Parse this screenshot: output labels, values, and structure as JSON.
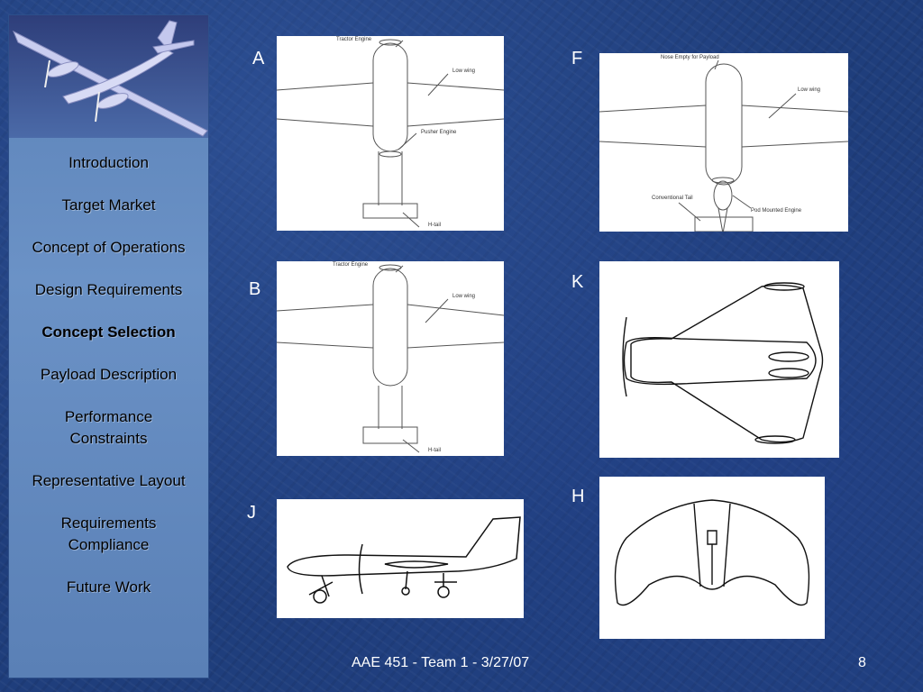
{
  "nav": {
    "items": [
      {
        "label": "Introduction"
      },
      {
        "label": "Target Market"
      },
      {
        "label": "Concept of Operations"
      },
      {
        "label": "Design Requirements"
      },
      {
        "label": "Concept Selection"
      },
      {
        "label": "Payload Description"
      },
      {
        "label": "Performance Constraints"
      },
      {
        "label": "Representative Layout"
      },
      {
        "label": "Requirements Compliance"
      },
      {
        "label": "Future Work"
      }
    ],
    "active_index": 4
  },
  "concepts": {
    "a": {
      "letter": "A",
      "callouts": {
        "tractor": "Tractor Engine",
        "wing": "Low wing",
        "pusher": "Pusher Engine",
        "tail": "H-tail"
      }
    },
    "b": {
      "letter": "B",
      "callouts": {
        "tractor": "Tractor Engine",
        "wing": "Low wing",
        "tail": "H-tail"
      }
    },
    "j": {
      "letter": "J"
    },
    "f": {
      "letter": "F",
      "callouts": {
        "nose": "Nose Empty for Payload",
        "wing": "Low wing",
        "tail": "Conventional Tail",
        "pod": "Pod Mounted Engine"
      }
    },
    "k": {
      "letter": "K"
    },
    "h": {
      "letter": "H"
    }
  },
  "footer": {
    "text": "AAE 451 - Team 1 - 3/27/07",
    "page": "8"
  },
  "colors": {
    "background": "#1f3e7c",
    "sidebar": "#6b92c6",
    "text": "#ffffff"
  }
}
